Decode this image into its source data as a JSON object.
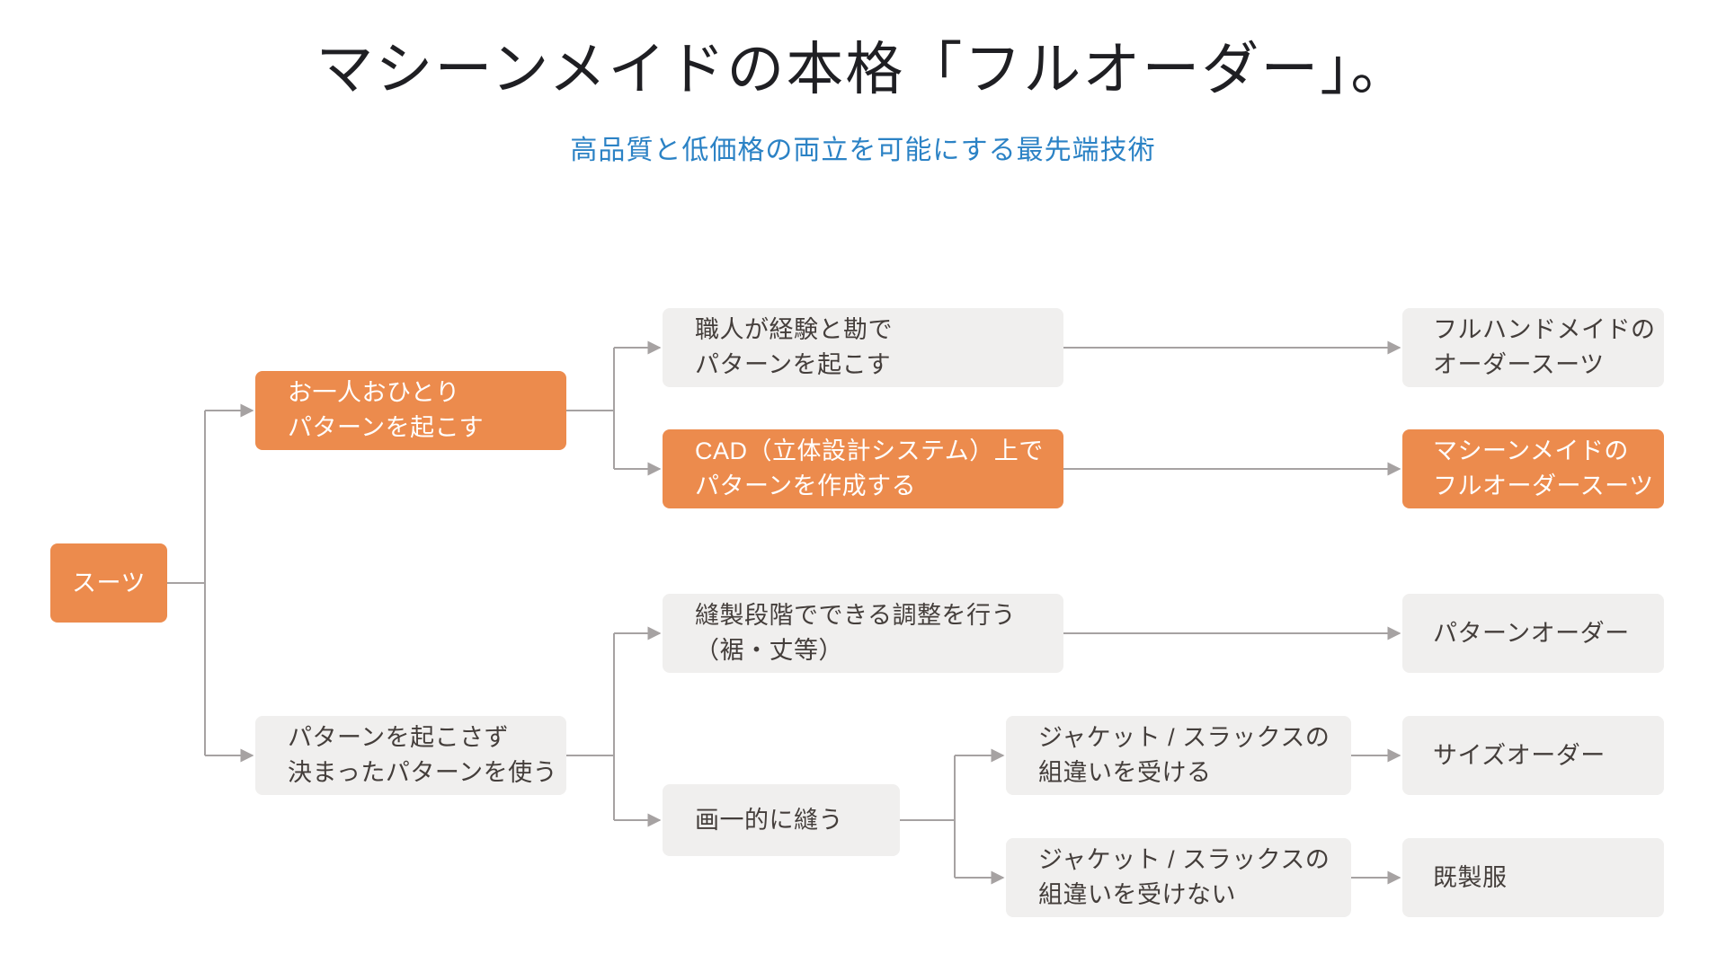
{
  "page": {
    "title": "マシーンメイドの本格「フルオーダー」。",
    "subtitle": "高品質と低価格の両立を可能にする最先端技術"
  },
  "colors": {
    "accent_orange": "#EC8B4D",
    "node_gray": "#F0EFEE",
    "text_dark": "#443E3B",
    "line_gray": "#A6A2A2",
    "subtitle_blue": "#2B82C5",
    "title_black": "#1F1F23"
  },
  "diagram": {
    "nodes": {
      "root": {
        "label": "スーツ",
        "variant": "orange"
      },
      "pattern_custom": {
        "label": "お一人おひとり\nパターンを起こす",
        "variant": "orange"
      },
      "pattern_fixed": {
        "label": "パターンを起こさず\n決まったパターンを使う",
        "variant": "gray"
      },
      "artisan_pattern": {
        "label": "職人が経験と勘で\nパターンを起こす",
        "variant": "gray"
      },
      "cad_pattern": {
        "label": "CAD（立体設計システム）上で\nパターンを作成する",
        "variant": "orange"
      },
      "sewing_adjust": {
        "label": "縫製段階でできる調整を行う\n（裾・丈等）",
        "variant": "gray"
      },
      "uniform_sew": {
        "label": "画一的に縫う",
        "variant": "gray"
      },
      "mix_accept": {
        "label": "ジャケット / スラックスの\n組違いを受ける",
        "variant": "gray"
      },
      "mix_reject": {
        "label": "ジャケット / スラックスの\n組違いを受けない",
        "variant": "gray"
      },
      "full_handmade": {
        "label": "フルハンドメイドの\nオーダースーツ",
        "variant": "gray"
      },
      "machine_made": {
        "label": "マシーンメイドの\nフルオーダースーツ",
        "variant": "orange"
      },
      "pattern_order": {
        "label": "パターンオーダー",
        "variant": "gray"
      },
      "size_order": {
        "label": "サイズオーダー",
        "variant": "gray"
      },
      "ready_made": {
        "label": "既製服",
        "variant": "gray"
      }
    },
    "edges": [
      {
        "from": "root",
        "to": "pattern_custom"
      },
      {
        "from": "root",
        "to": "pattern_fixed"
      },
      {
        "from": "pattern_custom",
        "to": "artisan_pattern"
      },
      {
        "from": "pattern_custom",
        "to": "cad_pattern"
      },
      {
        "from": "artisan_pattern",
        "to": "full_handmade"
      },
      {
        "from": "cad_pattern",
        "to": "machine_made"
      },
      {
        "from": "pattern_fixed",
        "to": "sewing_adjust"
      },
      {
        "from": "pattern_fixed",
        "to": "uniform_sew"
      },
      {
        "from": "sewing_adjust",
        "to": "pattern_order"
      },
      {
        "from": "uniform_sew",
        "to": "mix_accept"
      },
      {
        "from": "uniform_sew",
        "to": "mix_reject"
      },
      {
        "from": "mix_accept",
        "to": "size_order"
      },
      {
        "from": "mix_reject",
        "to": "ready_made"
      }
    ]
  }
}
